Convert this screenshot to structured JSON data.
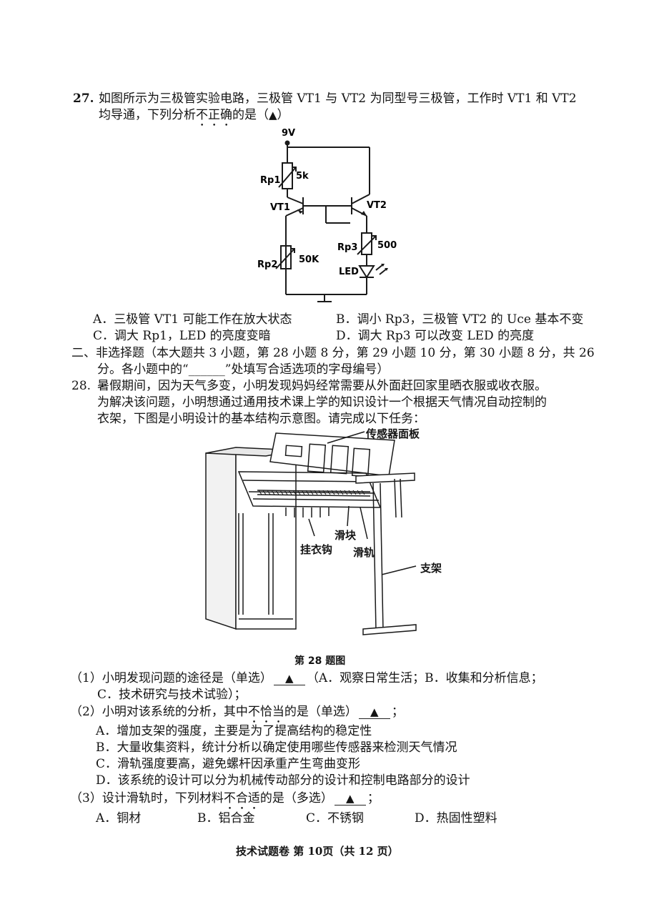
{
  "q27": {
    "number": "27.",
    "stem_1": "如图所示为三极管实验电路，三极管 VT1 与 VT2 为同型号三极管，工作时 VT1 和 VT2",
    "stem_2a": "均导通，下列分析",
    "stem_2_emph": "不正确",
    "stem_2b": "的是（",
    "answer_mark": "▲",
    "stem_2c": "）",
    "circuit": {
      "supply": "9V",
      "rp1": "Rp1",
      "rp1_val": "5k",
      "vt1": "VT1",
      "vt2": "VT2",
      "rp3": "Rp3",
      "rp3_val": "500",
      "rp2": "Rp2",
      "rp2_val": "50K",
      "led": "LED"
    },
    "options": {
      "A": "A．三极管 VT1 可能工作在放大状态",
      "B": "B．调小 Rp3，三极管 VT2 的 Uce 基本不变",
      "C": "C．调大 Rp1，LED 的亮度变暗",
      "D": "D．调大 Rp3 可以改变 LED 的亮度"
    }
  },
  "section2": {
    "line1": "二、非选择题（本大题共 3 小题，第 28 小题 8 分，第 29 小题 10 分，第 30 小题 8 分，共 26",
    "line2a": "分。各小题中的“",
    "line2_blank": "______",
    "line2b": "”处填写合适选项的字母编号）"
  },
  "q28": {
    "number": "28.",
    "stem_1": "暑假期间，因为天气多变，小明发现妈妈经常需要从外面赶回家里晒衣服或收衣服。",
    "stem_2": "为解决该问题，小明想通过通用技术课上学的知识设计一个根据天气情况自动控制的",
    "stem_3": "衣架，下图是小明设计的基本结构示意图。请完成以下任务：",
    "figure": {
      "label_sensor": "传感器面板",
      "label_slider": "滑块",
      "label_hook": "挂衣钩",
      "label_rail": "滑轨",
      "label_stand": "支架",
      "caption": "第 28 题图"
    },
    "sub1_a": "（1）小明发现问题的途径是（单选）",
    "sub1_mark": "▲",
    "sub1_b": "（A．观察日常生活；B．收集和分析信息；",
    "sub1_c": "C．技术研究与技术试验）；",
    "sub2_a": "（2）小明对该系统的分析，其中",
    "sub2_emph": "不恰当",
    "sub2_b": "的是（单选）",
    "sub2_mark": "▲",
    "sub2_c": "；",
    "sub2_options": [
      "A．增加支架的强度，主要是为了提高结构的稳定性",
      "B．大量收集资料，统计分析以确定使用哪些传感器来检测天气情况",
      "C．滑轨强度要高，避免螺杆因承重产生弯曲变形",
      "D．该系统的设计可以分为机械传动部分的设计和控制电路部分的设计"
    ],
    "sub3_a": "（3）设计滑轨时，下列材料",
    "sub3_emph": "不合适",
    "sub3_b": "的是（多选）",
    "sub3_mark": "▲",
    "sub3_c": "；",
    "sub3_options": [
      "A．铜材",
      "B．铝合金",
      "C．不锈钢",
      "D．热固性塑料"
    ]
  },
  "footer": "技术试题卷 第 10页（共 12 页）"
}
